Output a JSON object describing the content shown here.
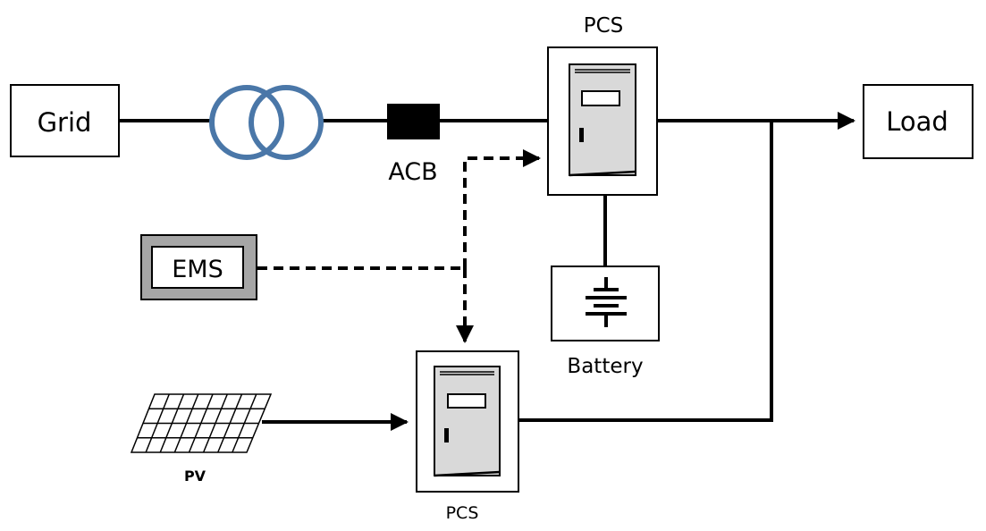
{
  "nodes": {
    "grid": {
      "label": "Grid"
    },
    "load": {
      "label": "Load"
    },
    "acb": {
      "label": "ACB"
    },
    "ems": {
      "label": "EMS"
    },
    "battery": {
      "label": "Battery"
    },
    "pcs_top": {
      "label": "PCS"
    },
    "pcs_bottom": {
      "label": "PCS"
    },
    "pv": {
      "label": "PV"
    }
  },
  "colors": {
    "line": "#000000",
    "transformer": "#4a77a8",
    "ems_frame": "#a6a6a6",
    "pcs_cabinet": "#d9d9d9"
  }
}
